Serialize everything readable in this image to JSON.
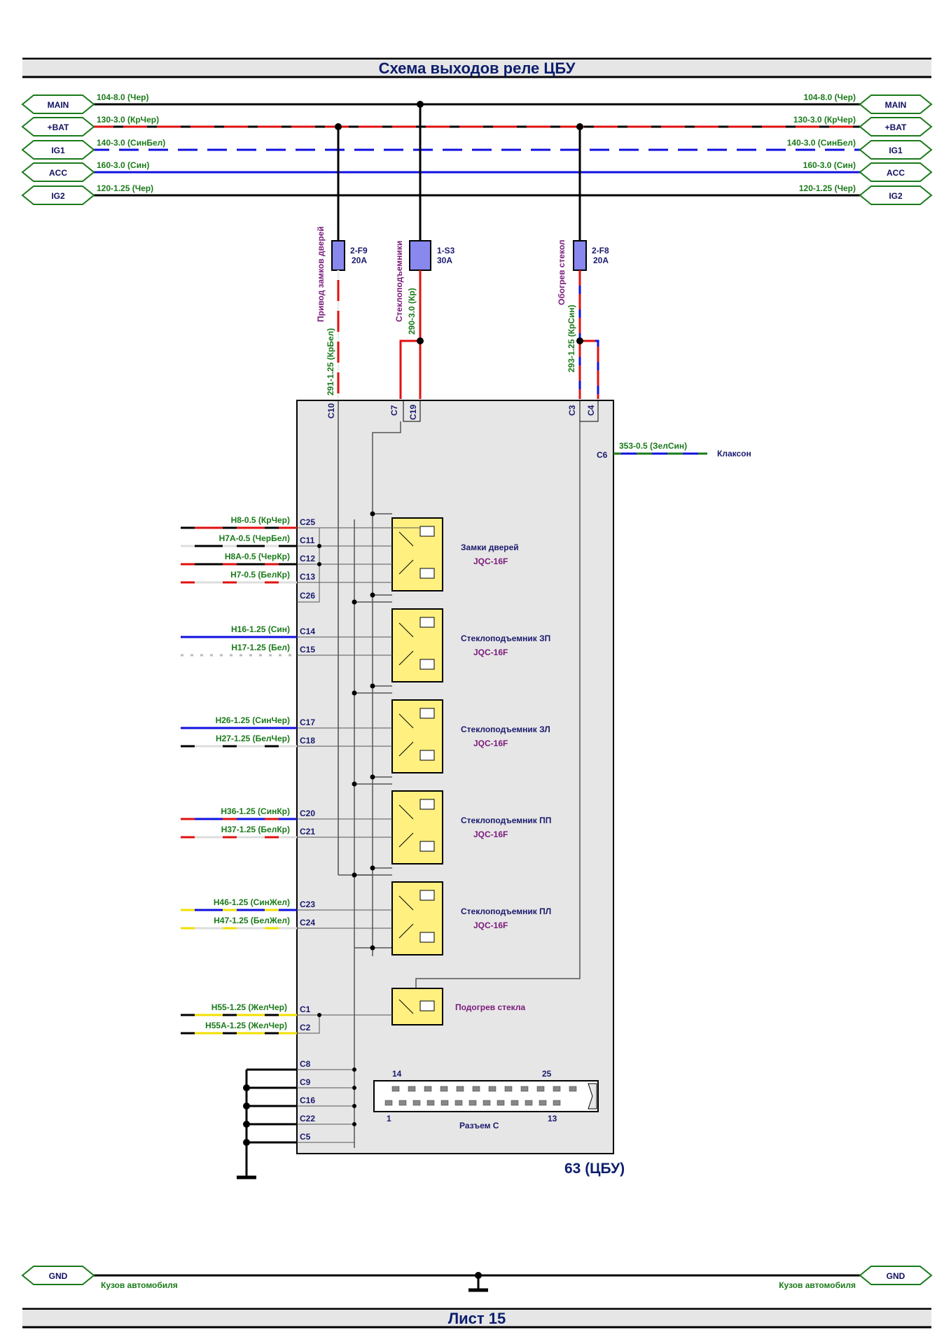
{
  "header": {
    "title": "Схема выходов реле ЦБУ"
  },
  "footer": {
    "sheet": "Лист 15"
  },
  "buses": [
    {
      "tag": "MAIN",
      "label": "104-8.0 (Чер)"
    },
    {
      "tag": "+BAT",
      "label": "130-3.0 (КрЧер)"
    },
    {
      "tag": "IG1",
      "label": "140-3.0 (СинБел)"
    },
    {
      "tag": "ACC",
      "label": "160-3.0 (Син)"
    },
    {
      "tag": "IG2",
      "label": "120-1.25 (Чер)"
    }
  ],
  "fuses": [
    {
      "id": "2-F9",
      "rating": "20A",
      "purpose": "Привод замков дверей",
      "wire": "291-1.25 (КрБел)"
    },
    {
      "id": "1-S3",
      "rating": "30A",
      "purpose": "Стеклоподъемники",
      "wire": "290-3.0 (Кр)"
    },
    {
      "id": "2-F8",
      "rating": "20A",
      "purpose": "Обогрев стекол",
      "wire": "293-1.25 (КрСин)"
    }
  ],
  "top_pins": [
    "C10",
    "C7",
    "C19",
    "C3",
    "C4"
  ],
  "horn": {
    "pin": "C6",
    "wire": "353-0.5 (ЗелСин)",
    "label": "Клаксон"
  },
  "left_wires": [
    {
      "label": "H8-0.5 (КрЧер)",
      "pin": "C25"
    },
    {
      "label": "H7A-0.5 (ЧерБел)",
      "pin": "C11"
    },
    {
      "label": "H8A-0.5 (ЧерКр)",
      "pin": "C12"
    },
    {
      "label": "H7-0.5 (БелКр)",
      "pin": "C13"
    },
    {
      "label": "",
      "pin": "C26"
    },
    {
      "label": "H16-1.25 (Син)",
      "pin": "C14"
    },
    {
      "label": "H17-1.25 (Бел)",
      "pin": "C15"
    },
    {
      "label": "H26-1.25 (СинЧер)",
      "pin": "C17"
    },
    {
      "label": "H27-1.25 (БелЧер)",
      "pin": "C18"
    },
    {
      "label": "H36-1.25 (СинКр)",
      "pin": "C20"
    },
    {
      "label": "H37-1.25 (БелКр)",
      "pin": "C21"
    },
    {
      "label": "H46-1.25 (СинЖел)",
      "pin": "C23"
    },
    {
      "label": "H47-1.25 (БелЖел)",
      "pin": "C24"
    },
    {
      "label": "H55-1.25 (ЖелЧер)",
      "pin": "C1"
    },
    {
      "label": "H55A-1.25 (ЖелЧер)",
      "pin": "C2"
    }
  ],
  "ground_pins": [
    "C8",
    "C9",
    "C16",
    "C22",
    "C5"
  ],
  "relays": [
    {
      "name": "Замки дверей",
      "type": "JQC-16F"
    },
    {
      "name": "Стеклоподъемник ЗП",
      "type": "JQC-16F"
    },
    {
      "name": "Стеклоподъемник ЗЛ",
      "type": "JQC-16F"
    },
    {
      "name": "Стеклоподъемник ПП",
      "type": "JQC-16F"
    },
    {
      "name": "Стеклоподъемник ПЛ",
      "type": "JQC-16F"
    },
    {
      "name": "Подогрев стекла",
      "type": ""
    }
  ],
  "connector": {
    "label": "Разъем С",
    "pin_14": "14",
    "pin_25": "25",
    "pin_1": "1",
    "pin_13": "13"
  },
  "module": {
    "label": "63 (ЦБУ)"
  },
  "gnd": {
    "tag": "GND",
    "label": "Кузов автомобиля"
  },
  "colors": {
    "red": "#e01010",
    "blue": "#1010e0",
    "green": "#1a7a1a",
    "yellow": "#f0e000",
    "relay": "#fff080",
    "module_bg": "#e6e6e6",
    "fuse": "#8888ee"
  }
}
